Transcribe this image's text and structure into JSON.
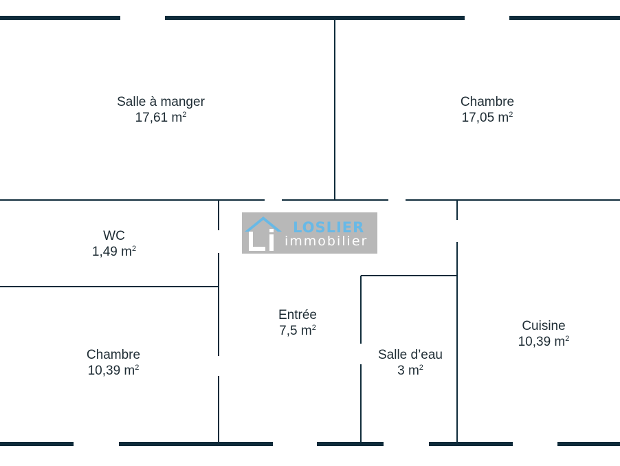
{
  "rooms": [
    {
      "id": "salle-a-manger",
      "name": "Salle à manger",
      "area": "17,61 m",
      "unit_sup": "2"
    },
    {
      "id": "chambre-1",
      "name": "Chambre",
      "area": "17,05 m",
      "unit_sup": "2"
    },
    {
      "id": "wc",
      "name": "WC",
      "area": "1,49 m",
      "unit_sup": "2"
    },
    {
      "id": "entree",
      "name": "Entrée",
      "area": "7,5 m",
      "unit_sup": "2"
    },
    {
      "id": "cuisine",
      "name": "Cuisine",
      "area": "10,39 m",
      "unit_sup": "2"
    },
    {
      "id": "chambre-2",
      "name": "Chambre",
      "area": "10,39 m",
      "unit_sup": "2"
    },
    {
      "id": "salle-d-eau",
      "name": "Salle d’eau",
      "area": "3 m",
      "unit_sup": "2"
    }
  ],
  "logo": {
    "brand": "LOSLIER",
    "sub": "immobilier"
  },
  "colors": {
    "wall": "#0f2b3a",
    "text": "#1d2b33",
    "logo_bg": "#b3b3b3",
    "logo_accent": "#5cb4e4"
  }
}
